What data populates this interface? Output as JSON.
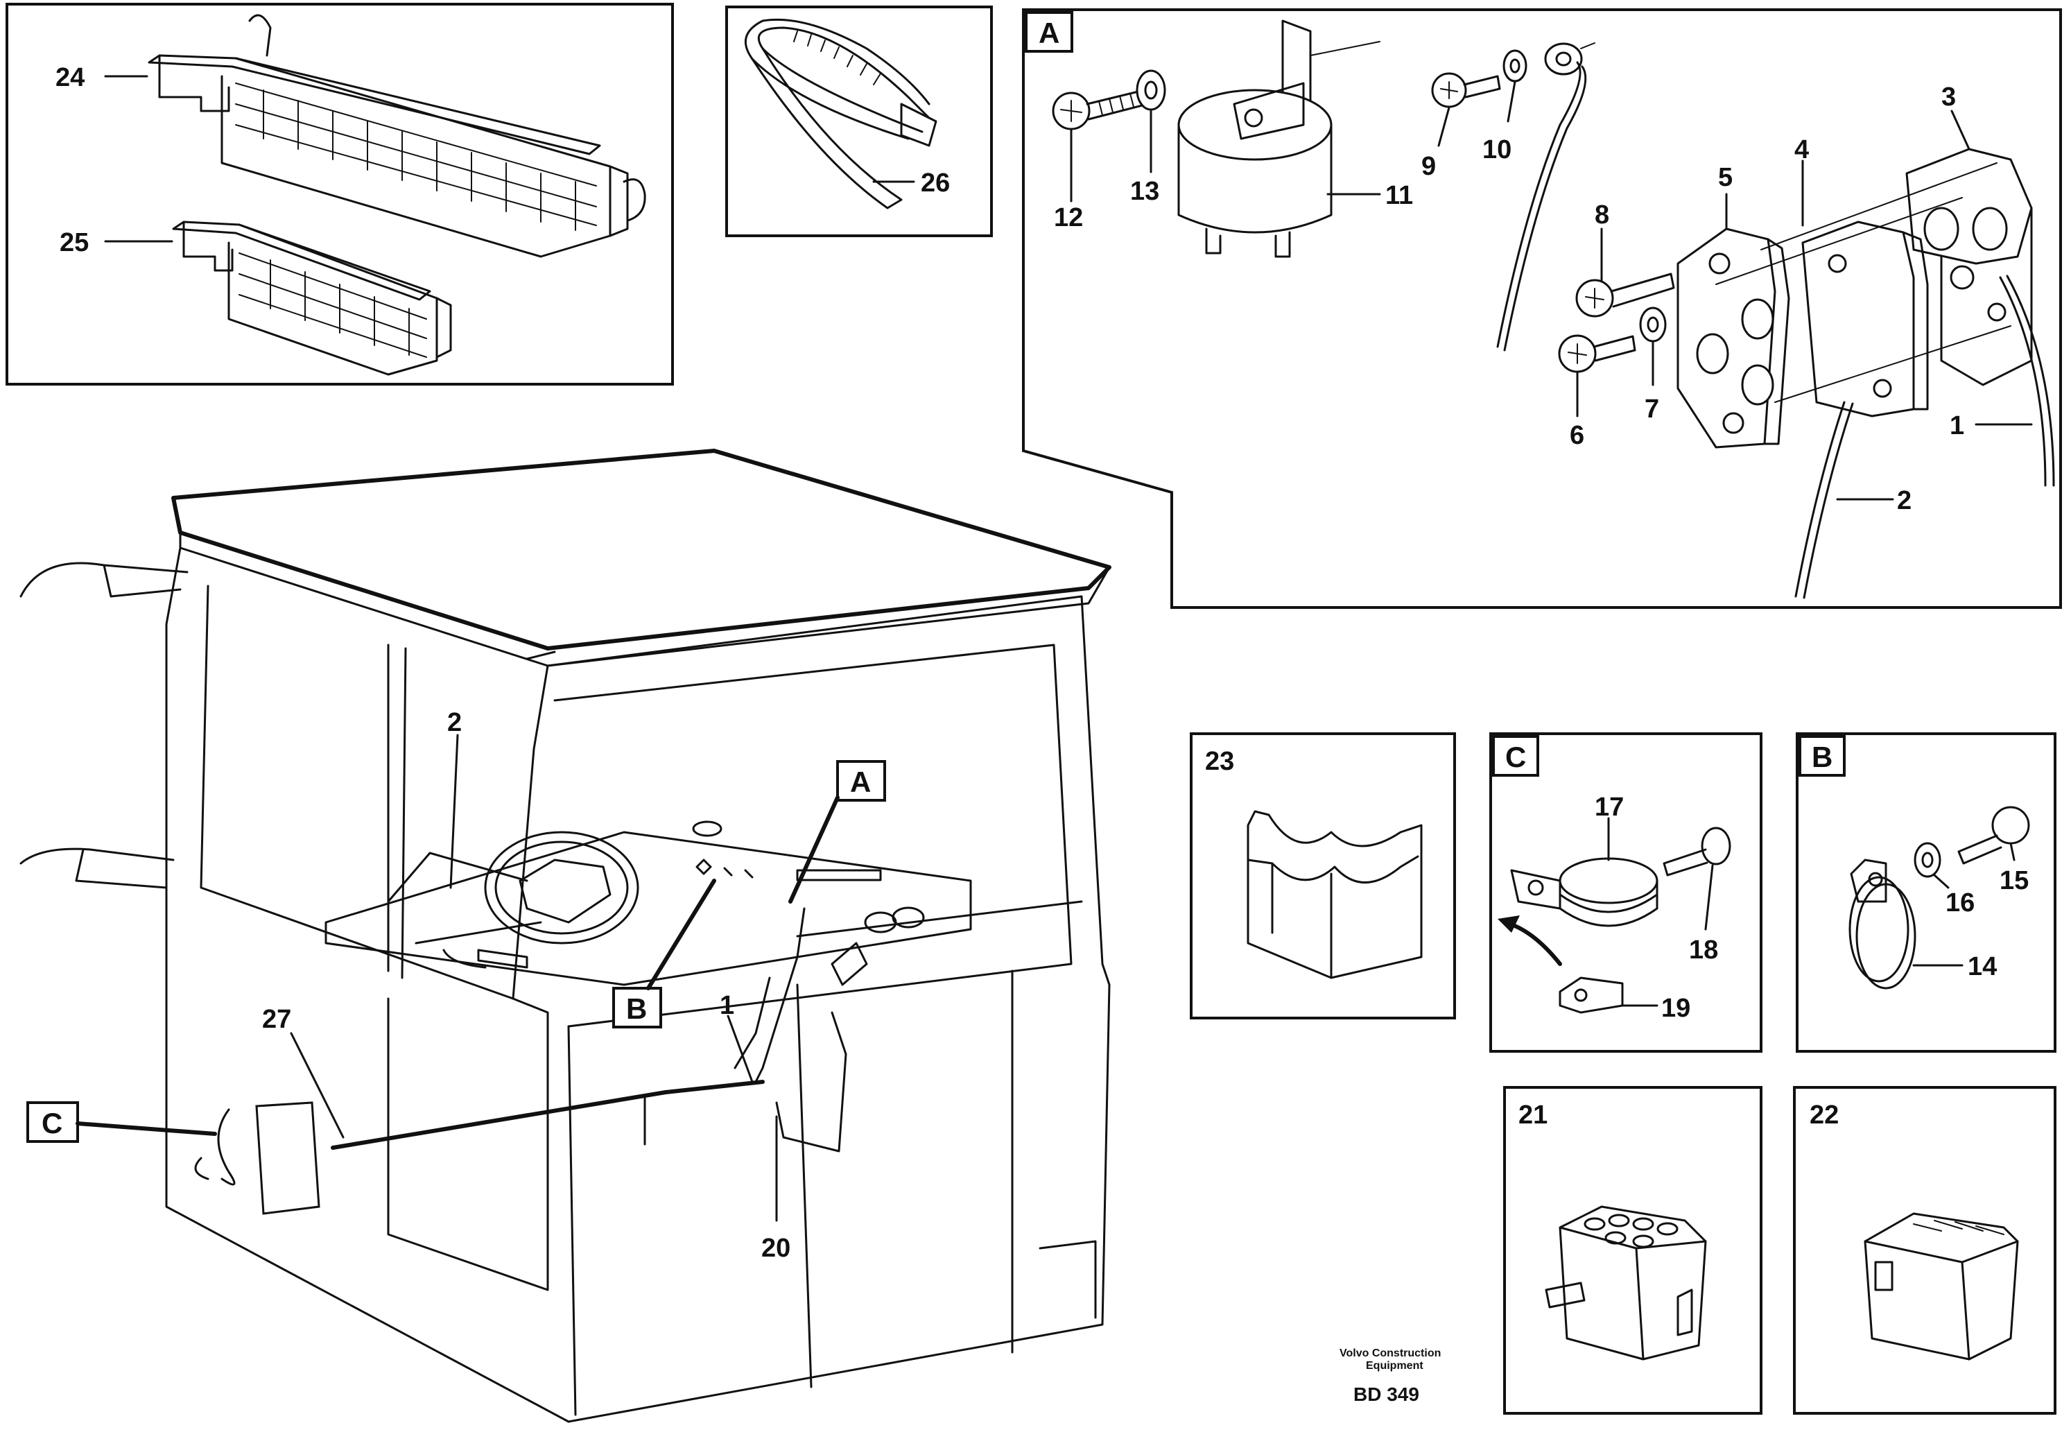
{
  "callouts": {
    "n1": "1",
    "n2": "2",
    "n3": "3",
    "n4": "4",
    "n5": "5",
    "n6": "6",
    "n7": "7",
    "n8": "8",
    "n9": "9",
    "n10": "10",
    "n11": "11",
    "n12": "12",
    "n13": "13",
    "n14": "14",
    "n15": "15",
    "n16": "16",
    "n17": "17",
    "n18": "18",
    "n19": "19",
    "n20": "20",
    "n21": "21",
    "n22": "22",
    "n23": "23",
    "n24": "24",
    "n25": "25",
    "n26": "26",
    "n27": "27"
  },
  "detail_tags": {
    "a": "A",
    "b": "B",
    "c": "C"
  },
  "footer": {
    "company_line1": "Volvo Construction",
    "company_line2": "Equipment",
    "code": "BD 349"
  }
}
